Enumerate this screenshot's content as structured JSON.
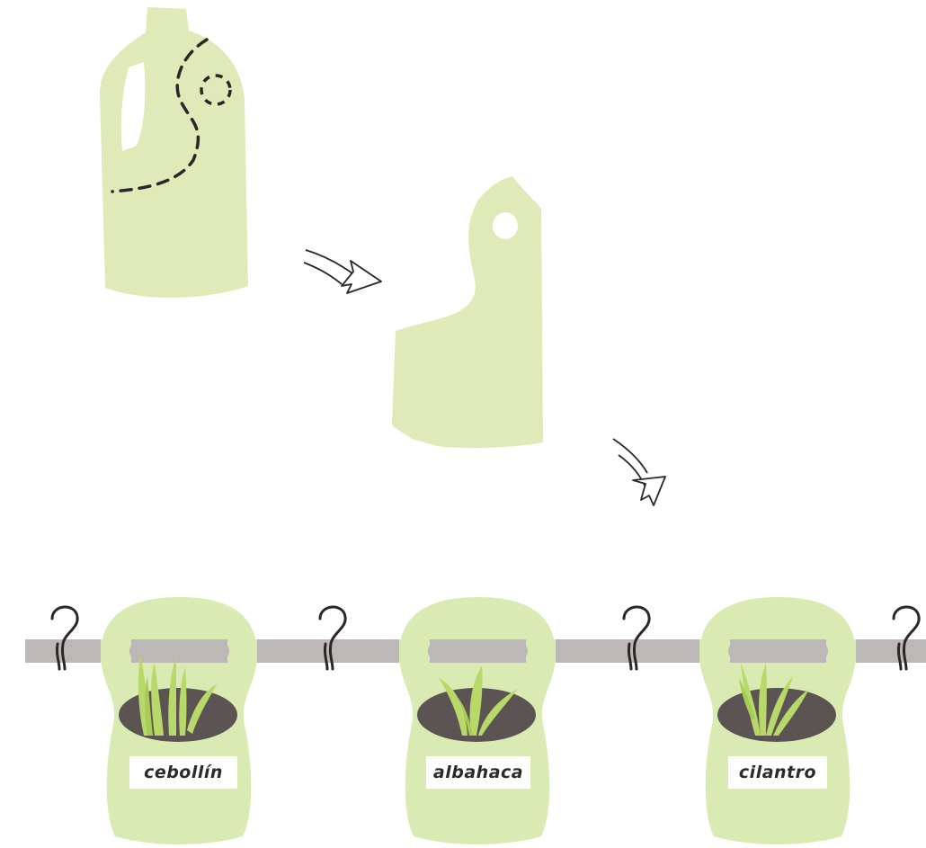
{
  "colors": {
    "bottle": "#dfeab8",
    "pot": "#d9ebb2",
    "soil": "#5b5452",
    "leaf": "#b8d86a",
    "leaf_shade": "#a6cc55",
    "rail": "#bdb8b8",
    "ink": "#2c2626",
    "label_bg": "#ffffff"
  },
  "icons": {
    "step1": "bottle-with-cut-lines-icon",
    "step2": "cut-bottle-piece-icon",
    "arrow": "hollow-curved-arrow-icon",
    "hook": "s-hook-icon"
  },
  "planters": [
    {
      "label": "cebollín",
      "plant": "chives"
    },
    {
      "label": "albahaca",
      "plant": "basil"
    },
    {
      "label": "cilantro",
      "plant": "cilantro"
    }
  ]
}
